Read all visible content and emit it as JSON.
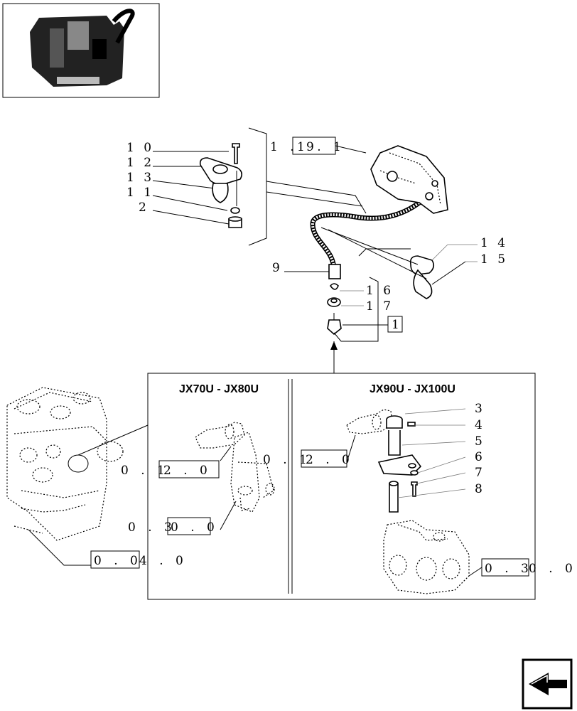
{
  "headers": {
    "left": "JX70U - JX80U",
    "right": "JX90U - JX100U"
  },
  "callouts": {
    "c10": "1 0",
    "c12": "1 2",
    "c13": "1 3",
    "c11": "1 1",
    "c2": "2",
    "c9": "9",
    "c14": "1 4",
    "c15": "1 5",
    "c16": "1 6",
    "c17": "1 7",
    "c1": "1",
    "c3": "3",
    "c4": "4",
    "c5": "5",
    "c6": "6",
    "c7": "7",
    "c8": "8"
  },
  "references": {
    "r191_pre": "1 . 9",
    "r191_box": "1 . 1",
    "r0120_left_pre": "0 . 1",
    "r0120_left_box": "2 . 0",
    "r0120_right_pre": "0 . 1",
    "r0120_right_box": "2 . 0",
    "r0300_pre": "0 . 3",
    "r0300_box": "0 . 0",
    "r0040_box": "0 . 0",
    "r0040_post": "4 . 0",
    "r0300b_box": "0 . 3",
    "r0300b_post": "0 . 0"
  },
  "icons": {
    "thumbnail": "engine-thumbnail-icon",
    "nav": "next-page-arrow-icon"
  }
}
